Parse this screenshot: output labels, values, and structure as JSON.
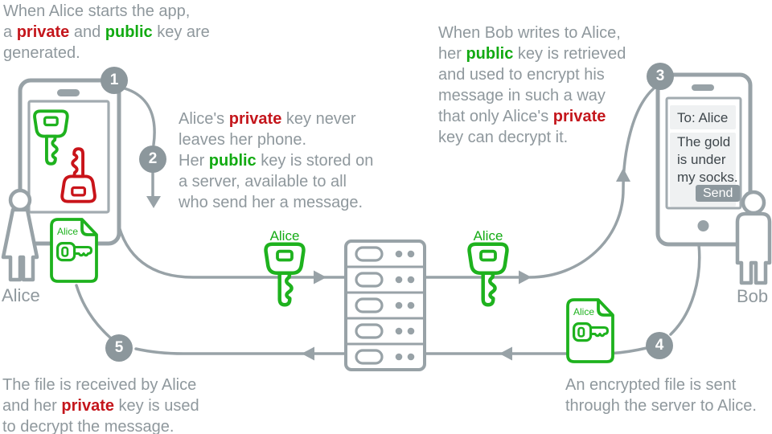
{
  "title": "End-to-end encryption explainer diagram",
  "colors": {
    "text_gray": "#8f989d",
    "line_gray": "#98a2a7",
    "circle_gray": "#8c979c",
    "red": "#c4161c",
    "green_text": "#12aa12",
    "green_graphic": "#1eb21e",
    "card_bg": "#eff1f2",
    "dark_text": "#3e464b",
    "send_bg": "#8d989e"
  },
  "steps": {
    "s1": {
      "num": "1",
      "lines": [
        [
          [
            "When Alice starts the app,",
            null
          ]
        ],
        [
          [
            "a ",
            null
          ],
          [
            "private",
            "r"
          ],
          [
            " and ",
            null
          ],
          [
            "public",
            "g2"
          ],
          [
            " key are",
            null
          ]
        ],
        [
          [
            "generated.",
            null
          ]
        ]
      ]
    },
    "s2": {
      "num": "2",
      "lines": [
        [
          [
            "Alice's ",
            null
          ],
          [
            "private",
            "r"
          ],
          [
            " key never",
            null
          ]
        ],
        [
          [
            "leaves her phone.",
            null
          ]
        ],
        [
          [
            "Her ",
            null
          ],
          [
            "public",
            "g2"
          ],
          [
            " key is stored on",
            null
          ]
        ],
        [
          [
            "a server, available to all",
            null
          ]
        ],
        [
          [
            "who send her a message.",
            null
          ]
        ]
      ]
    },
    "s3": {
      "num": "3",
      "lines": [
        [
          [
            "When Bob writes to Alice,",
            null
          ]
        ],
        [
          [
            "her ",
            null
          ],
          [
            "public",
            "g2"
          ],
          [
            " key is retrieved",
            null
          ]
        ],
        [
          [
            "and used to encrypt his",
            null
          ]
        ],
        [
          [
            "message in such a way",
            null
          ]
        ],
        [
          [
            "that only Alice's ",
            null
          ],
          [
            "private",
            "r"
          ]
        ],
        [
          [
            "key can decrypt it.",
            null
          ]
        ]
      ]
    },
    "s4": {
      "num": "4",
      "lines": [
        [
          [
            "An encrypted file is sent",
            null
          ]
        ],
        [
          [
            "through the server to Alice.",
            null
          ]
        ]
      ]
    },
    "s5": {
      "num": "5",
      "lines": [
        [
          [
            "The file is received by Alice",
            null
          ]
        ],
        [
          [
            "and her ",
            null
          ],
          [
            "private",
            "r"
          ],
          [
            " key is used",
            null
          ]
        ],
        [
          [
            "to decrypt the message.",
            null
          ]
        ]
      ]
    }
  },
  "actors": {
    "alice": "Alice",
    "bob": "Bob"
  },
  "key_labels": {
    "left": "Alice",
    "right": "Alice"
  },
  "file_labels": {
    "left": "Alice",
    "right": "Alice"
  },
  "phone_message": {
    "to": "To: Alice",
    "lines": [
      "The gold",
      "is under",
      "my socks."
    ],
    "send": "Send"
  }
}
